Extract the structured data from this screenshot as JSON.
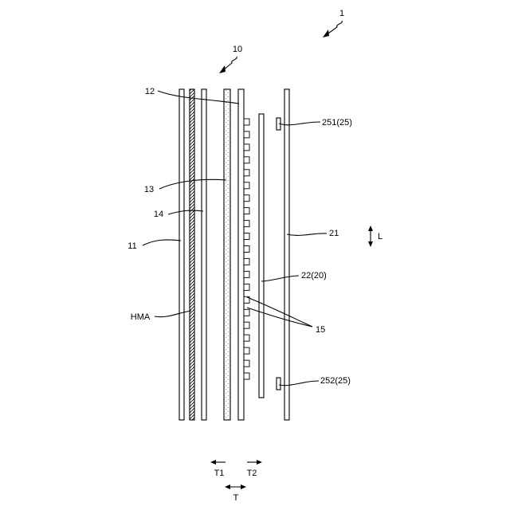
{
  "labels": {
    "assembly": "1",
    "unit": "10",
    "plate_12": "12",
    "layer_13": "13",
    "layer_14": "14",
    "plate_11": "11",
    "hma": "HMA",
    "protrusions": "15",
    "ref_251": "251(25)",
    "plate_21": "21",
    "plate_22": "22(20)",
    "ref_252": "252(25)",
    "dir_L": "L",
    "dir_T1": "T1",
    "dir_T2": "T2",
    "dir_T": "T"
  },
  "protrusion_count": 21
}
